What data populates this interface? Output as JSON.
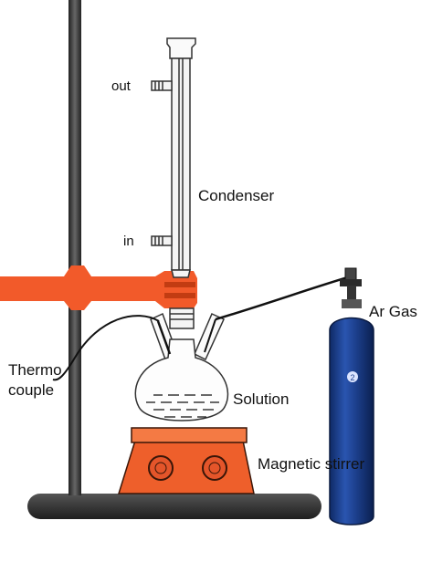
{
  "labels": {
    "out": "out",
    "in": "in",
    "condenser": "Condenser",
    "ar_gas": "Ar Gas",
    "thermocouple_line1": "Thermo",
    "thermocouple_line2": "couple",
    "solution": "Solution",
    "magnetic_stirrer": "Magnetic stirrer"
  },
  "colors": {
    "stand": "#3f3f3f",
    "clamp": "#f25a2a",
    "stirrer_body": "#ee5f2b",
    "stirrer_top": "#f47a44",
    "base": "#2e2e2e",
    "cylinder": "#1c3f8c",
    "glass": "#333333",
    "solution_lines": "#2a2a2a",
    "text": "#111111"
  },
  "icons": {
    "cylinder_badge": "gas-cylinder-number-badge",
    "stir_knob": "stirrer-knob"
  }
}
